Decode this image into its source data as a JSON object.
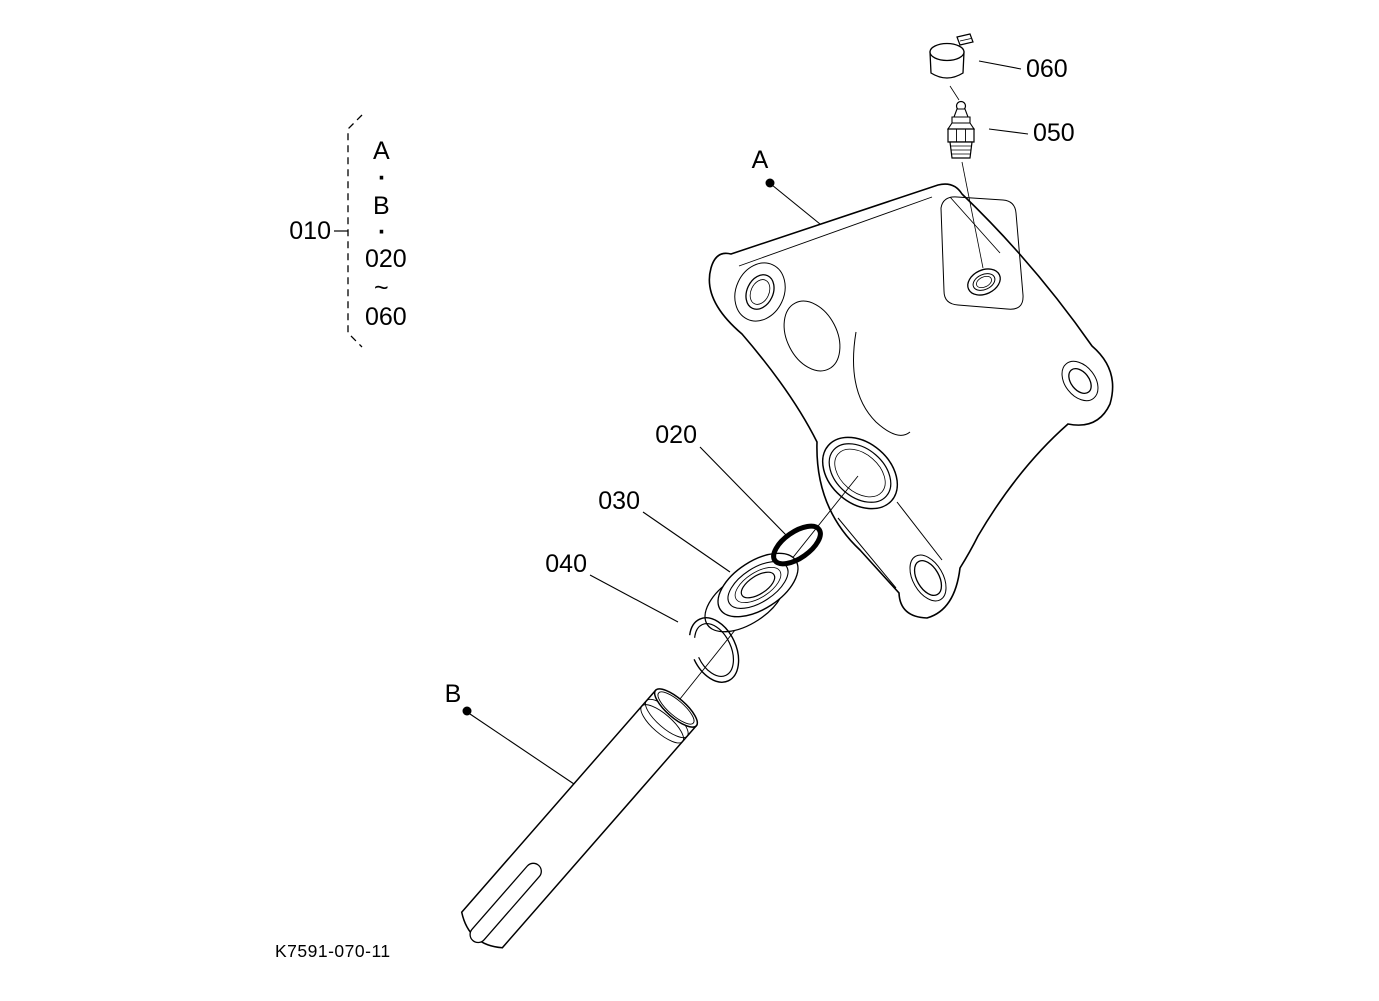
{
  "diagram": {
    "drawing_code": "K7591-070-11",
    "legend": {
      "group": "010",
      "items": [
        "A",
        "·",
        "B",
        "·",
        "020",
        "~",
        "060"
      ]
    },
    "callouts": {
      "bracket": "A",
      "shaft": "B",
      "o_ring": "020",
      "bushing": "030",
      "snap_ring": "040",
      "grease_fitting": "050",
      "cap": "060"
    }
  }
}
